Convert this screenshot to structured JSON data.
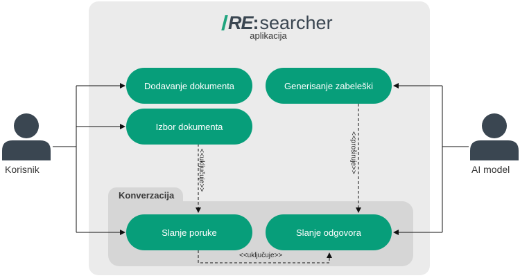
{
  "app": {
    "logo_re": "RE",
    "logo_colon": ":",
    "logo_rest": "searcher",
    "subtitle": "aplikacija"
  },
  "group": {
    "label": "Konverzacija"
  },
  "usecases": {
    "dodavanje": "Dodavanje dokumenta",
    "izbor": "Izbor dokumenta",
    "generisanje": "Generisanje zabeleški",
    "slanje_poruke": "Slanje poruke",
    "slanje_odgovora": "Slanje odgovora"
  },
  "actors": {
    "korisnik": "Korisnik",
    "ai_model": "AI model"
  },
  "stereotypes": {
    "ukljucuje_vertical": "<<uključuje>>",
    "prosiruje": "<<proširuje>>",
    "ukljucuje_horizontal": "<<uključuje>>"
  },
  "colors": {
    "usecase": "#079e7a",
    "actor": "#3a4651",
    "system": "#ebebeb",
    "group": "#d6d6d6",
    "logo_accent": "#1fa47e"
  }
}
